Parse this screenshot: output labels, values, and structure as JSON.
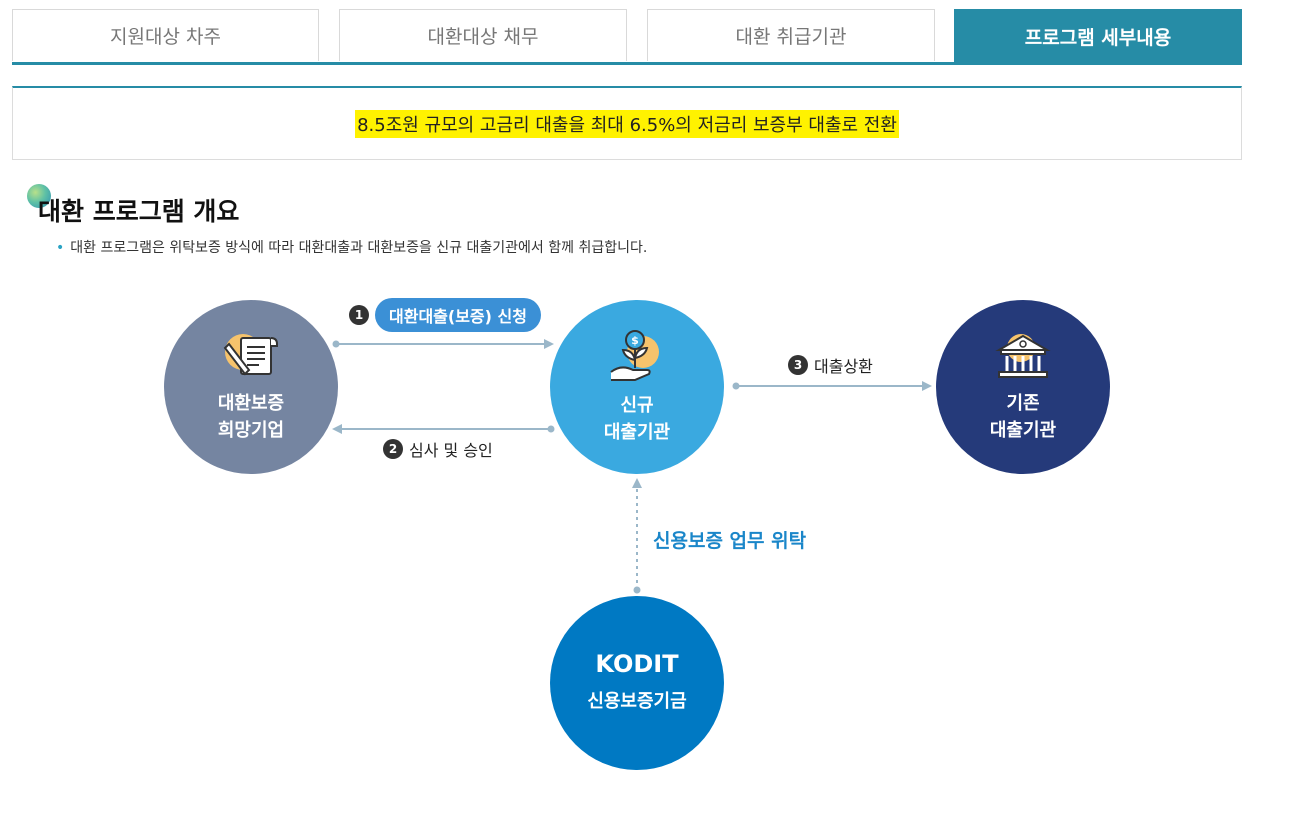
{
  "tabs": [
    {
      "label": "지원대상 차주",
      "active": false
    },
    {
      "label": "대환대상 채무",
      "active": false
    },
    {
      "label": "대환 취급기관",
      "active": false
    },
    {
      "label": "프로그램 세부내용",
      "active": true
    }
  ],
  "summary": {
    "text": "8.5조원 규모의 고금리 대출을 최대 6.5%의 저금리 보증부 대출로 전환"
  },
  "section": {
    "title": "대환 프로그램 개요",
    "bullet": "•",
    "description": "대환 프로그램은 위탁보증 방식에 따라 대환대출과 대환보증을 신규 대출기관에서 함께 취급합니다."
  },
  "diagram": {
    "company": {
      "line1": "대환보증",
      "line2": "희망기업",
      "icon": "document-pen-icon"
    },
    "new_lender": {
      "line1": "신규",
      "line2": "대출기관",
      "icon": "hand-money-plant-icon"
    },
    "old_lender": {
      "line1": "기존",
      "line2": "대출기관",
      "icon": "bank-building-icon"
    },
    "kodit": {
      "logo": "KODIT",
      "name": "신용보증기금"
    },
    "step1": {
      "num": "1",
      "label": "대환대출(보증) 신청"
    },
    "step2": {
      "num": "2",
      "label": "심사 및 승인"
    },
    "step3": {
      "num": "3",
      "label": "대출상환"
    },
    "delegation": "신용보증 업무 위탁"
  },
  "colors": {
    "accent": "#268ca6",
    "highlight": "#fff200",
    "company": "#7585a1",
    "new_lender": "#3aa9e0",
    "old_lender": "#253a7a",
    "kodit": "#0079c3",
    "delegation_text": "#1a86c9"
  }
}
